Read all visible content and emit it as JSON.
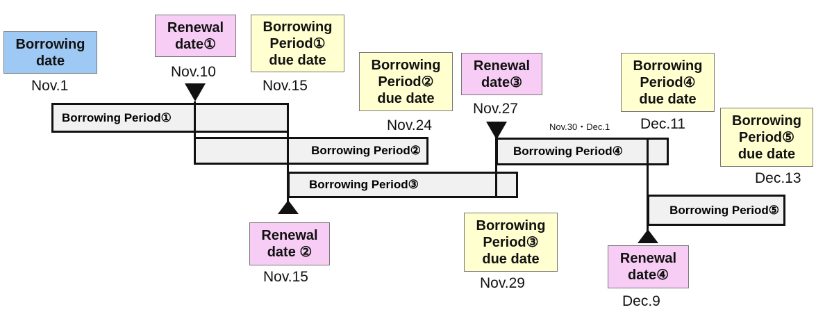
{
  "boxes": {
    "borrowing_date": [
      "Borrowing",
      "date"
    ],
    "renewal1": [
      "Renewal",
      "date①"
    ],
    "due1": [
      "Borrowing",
      "Period①",
      "due date"
    ],
    "due2": [
      "Borrowing",
      "Period②",
      "due date"
    ],
    "renewal3": [
      "Renewal",
      "date③"
    ],
    "due4": [
      "Borrowing",
      "Period④",
      "due date"
    ],
    "due5": [
      "Borrowing",
      "Period⑤",
      "due date"
    ],
    "renewal2": [
      "Renewal",
      "date ②"
    ],
    "due3": [
      "Borrowing",
      "Period③",
      "due date"
    ],
    "renewal4": [
      "Renewal",
      "date④"
    ]
  },
  "dates": {
    "nov1": "Nov.1",
    "nov10": "Nov.10",
    "nov15_top": "Nov.15",
    "nov24": "Nov.24",
    "nov27": "Nov.27",
    "nov30_dec1": "Nov.30・Dec.1",
    "dec11": "Dec.11",
    "dec13": "Dec.13",
    "nov15_bottom": "Nov.15",
    "nov29": "Nov.29",
    "dec9": "Dec.9"
  },
  "periods": {
    "p1": "Borrowing Period①",
    "p2": "Borrowing Period②",
    "p3": "Borrowing Period③",
    "p4": "Borrowing Period④",
    "p5": "Borrowing Period⑤"
  }
}
